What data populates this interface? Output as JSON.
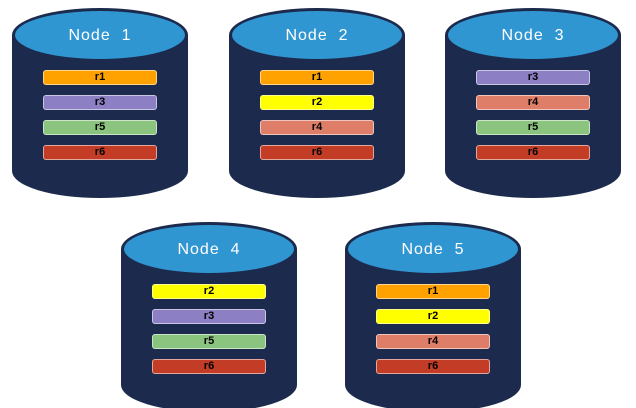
{
  "diagram": {
    "type": "database-replica-distribution",
    "colors": {
      "background": "#FFFFFF",
      "cylinder_body": "#1C2B4D",
      "cylinder_top_fill": "#3096D2",
      "title_text": "#FFFFFF",
      "bar_text": "#000000",
      "replica_r1": "#FFA200",
      "replica_r2": "#FFFF00",
      "replica_r3": "#8C7FC4",
      "replica_r4": "#DE7E68",
      "replica_r5": "#8BC47E",
      "replica_r6": "#C33D26"
    },
    "nodes": [
      {
        "label": "Node  1",
        "replicas": [
          {
            "id": "r1",
            "color": "#FFA200"
          },
          {
            "id": "r3",
            "color": "#8C7FC4"
          },
          {
            "id": "r5",
            "color": "#8BC47E"
          },
          {
            "id": "r6",
            "color": "#C33D26"
          }
        ]
      },
      {
        "label": "Node  2",
        "replicas": [
          {
            "id": "r1",
            "color": "#FFA200"
          },
          {
            "id": "r2",
            "color": "#FFFF00"
          },
          {
            "id": "r4",
            "color": "#DE7E68"
          },
          {
            "id": "r6",
            "color": "#C33D26"
          }
        ]
      },
      {
        "label": "Node  3",
        "replicas": [
          {
            "id": "r3",
            "color": "#8C7FC4"
          },
          {
            "id": "r4",
            "color": "#DE7E68"
          },
          {
            "id": "r5",
            "color": "#8BC47E"
          },
          {
            "id": "r6",
            "color": "#C33D26"
          }
        ]
      },
      {
        "label": "Node  4",
        "replicas": [
          {
            "id": "r2",
            "color": "#FFFF00"
          },
          {
            "id": "r3",
            "color": "#8C7FC4"
          },
          {
            "id": "r5",
            "color": "#8BC47E"
          },
          {
            "id": "r6",
            "color": "#C33D26"
          }
        ]
      },
      {
        "label": "Node  5",
        "replicas": [
          {
            "id": "r1",
            "color": "#FFA200"
          },
          {
            "id": "r2",
            "color": "#FFFF00"
          },
          {
            "id": "r4",
            "color": "#DE7E68"
          },
          {
            "id": "r6",
            "color": "#C33D26"
          }
        ]
      }
    ]
  }
}
